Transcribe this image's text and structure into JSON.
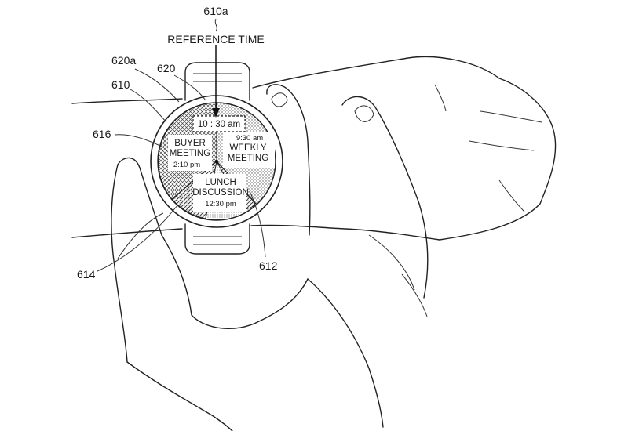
{
  "labels": {
    "ref_num_time": "610a",
    "ref_time": "REFERENCE TIME",
    "ref_620a": "620a",
    "ref_620": "620",
    "ref_610": "610",
    "ref_616": "616",
    "ref_614": "614",
    "ref_612": "612"
  },
  "watch_face": {
    "current_time": "10 : 30 am",
    "events": [
      {
        "title_line1": "BUYER",
        "title_line2": "MEETING",
        "time": "2:10 pm"
      },
      {
        "title_line1": "WEEKLY",
        "title_line2": "MEETING",
        "time": "9:30 am"
      },
      {
        "title_line1": "LUNCH",
        "title_line2": "DISCUSSION",
        "time": "12:30 pm"
      }
    ]
  }
}
